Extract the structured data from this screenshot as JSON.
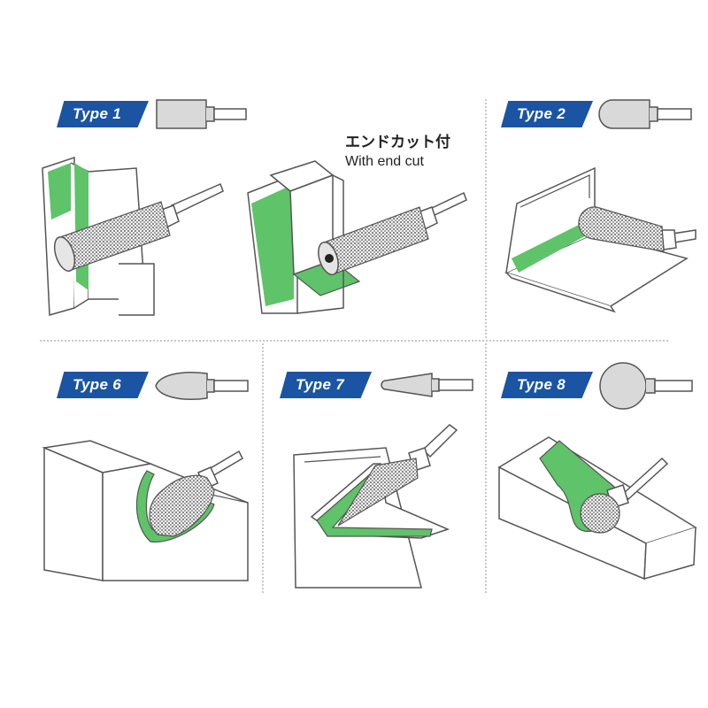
{
  "types": [
    {
      "id": "type1",
      "label": "Type 1",
      "shape": "cylinder"
    },
    {
      "id": "type2",
      "label": "Type 2",
      "shape": "cylinder-radius-end"
    },
    {
      "id": "type6",
      "label": "Type 6",
      "shape": "oval"
    },
    {
      "id": "type7",
      "label": "Type 7",
      "shape": "pointed-cone"
    },
    {
      "id": "type8",
      "label": "Type 8",
      "shape": "ball"
    }
  ],
  "end_cut_note": {
    "jp": "エンドカット付",
    "en": "With end cut"
  },
  "colors": {
    "label_bg": "#1a54a3",
    "label_text": "#ffffff",
    "highlight_green": "#5fc369",
    "icon_fill": "#d9d9d9",
    "outline": "#555555"
  }
}
